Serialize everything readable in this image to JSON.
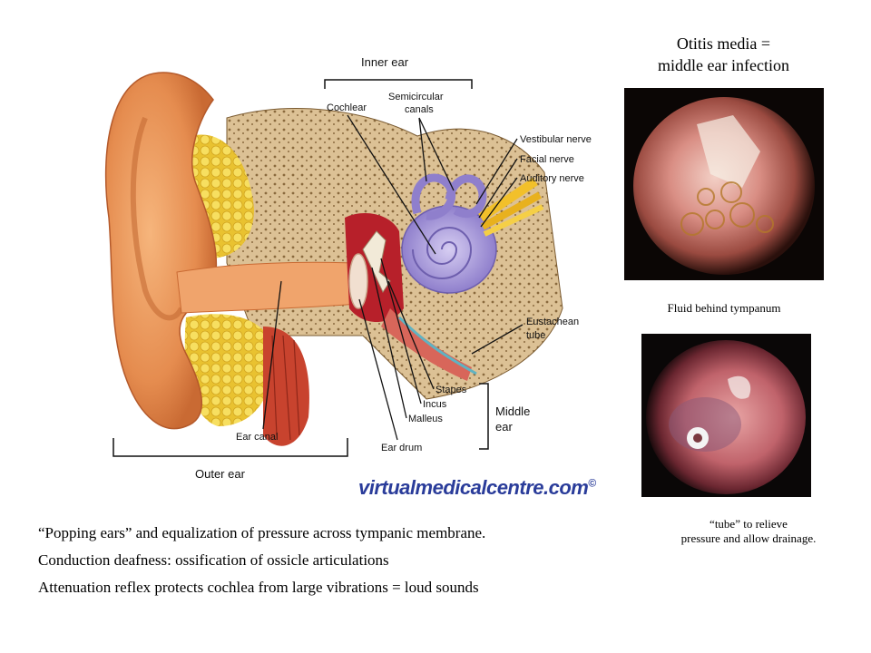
{
  "title": {
    "line1": "Otitis media =",
    "line2": "middle ear infection"
  },
  "diagram": {
    "labels": {
      "inner_ear": "Inner ear",
      "cochlear": "Cochlear",
      "semicircular_1": "Semicircular",
      "semicircular_2": "canals",
      "vestibular_nerve": "Vestibular nerve",
      "facial_nerve": "Facial  nerve",
      "auditory_nerve": "Auditory nerve",
      "eustachean_1": "Eustachean",
      "eustachean_2": "tube",
      "stapes": "Stapes",
      "incus": "Incus",
      "malleus": "Malleus",
      "middle_ear_1": "Middle",
      "middle_ear_2": "ear",
      "ear_canal": "Ear canal",
      "ear_drum": "Ear drum",
      "outer_ear": "Outer ear"
    },
    "watermark": "virtualmedicalcentre.com",
    "watermark_symbol": "©"
  },
  "photos": [
    {
      "caption": "Fluid behind tympanum"
    },
    {
      "caption_line1": "“tube” to relieve",
      "caption_line2": "pressure and allow drainage."
    }
  ],
  "bullets": [
    "“Popping ears” and equalization of pressure across tympanic membrane.",
    "Conduction deafness: ossification of ossicle articulations",
    "Attenuation reflex protects cochlea from large vibrations = loud sounds"
  ],
  "colors": {
    "skin": "#e8955a",
    "bone": "#d9b98a",
    "cochlea": "#a89ad8",
    "fat": "#f2d44a",
    "watermark": "#2a3c9a"
  }
}
